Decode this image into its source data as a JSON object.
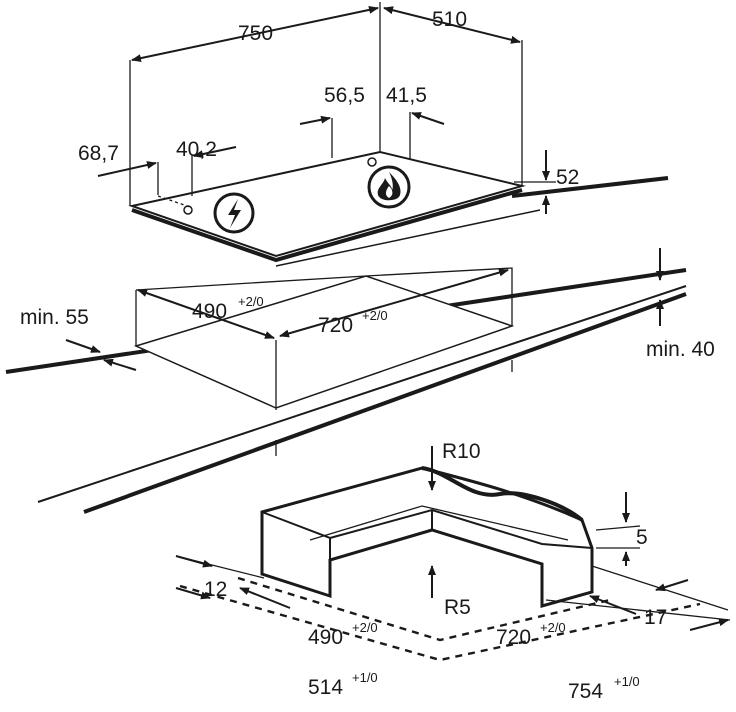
{
  "colors": {
    "ink": "#1a1a1a",
    "background": "#ffffff"
  },
  "icons": {
    "electric_zone": "lightning-bolt-icon",
    "gas_zone": "flame-icon"
  },
  "hob": {
    "width": "750",
    "depth": "510",
    "left_offset": "68,7",
    "left_pipe": "40,2",
    "back_offset": "56,5",
    "back_pipe": "41,5",
    "height": "52"
  },
  "cutout": {
    "depth_main": "490",
    "depth_main_tol": "+2/0",
    "width_main": "720",
    "width_main_tol": "+2/0",
    "min_front": "min. 55",
    "min_below": "min. 40"
  },
  "detail": {
    "radius_top": "R10",
    "radius_inner": "R5",
    "seal": "5",
    "rim_left": "12",
    "rim_right": "17",
    "depth_inner": "490",
    "depth_inner_tol": "+2/0",
    "width_inner": "720",
    "width_inner_tol": "+2/0",
    "depth_outer": "514",
    "depth_outer_tol": "+1/0",
    "width_outer": "754",
    "width_outer_tol": "+1/0"
  }
}
